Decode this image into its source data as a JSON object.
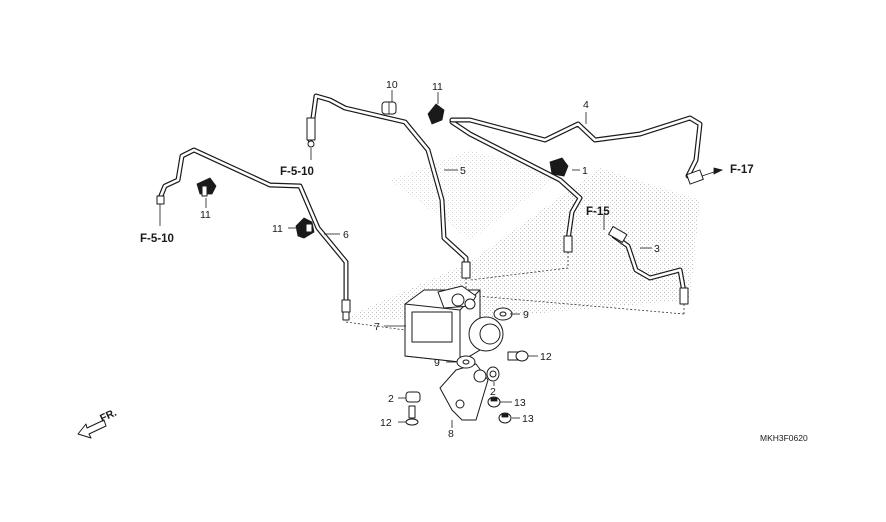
{
  "diagram_code": "MKH3F0620",
  "direction": "FR.",
  "references": [
    "F-5-10",
    "F-5-10",
    "F-17",
    "F-15"
  ],
  "callouts": [
    "1",
    "2",
    "2",
    "3",
    "4",
    "5",
    "6",
    "7",
    "8",
    "9",
    "9",
    "10",
    "11",
    "11",
    "11",
    "12",
    "12",
    "13",
    "13"
  ]
}
